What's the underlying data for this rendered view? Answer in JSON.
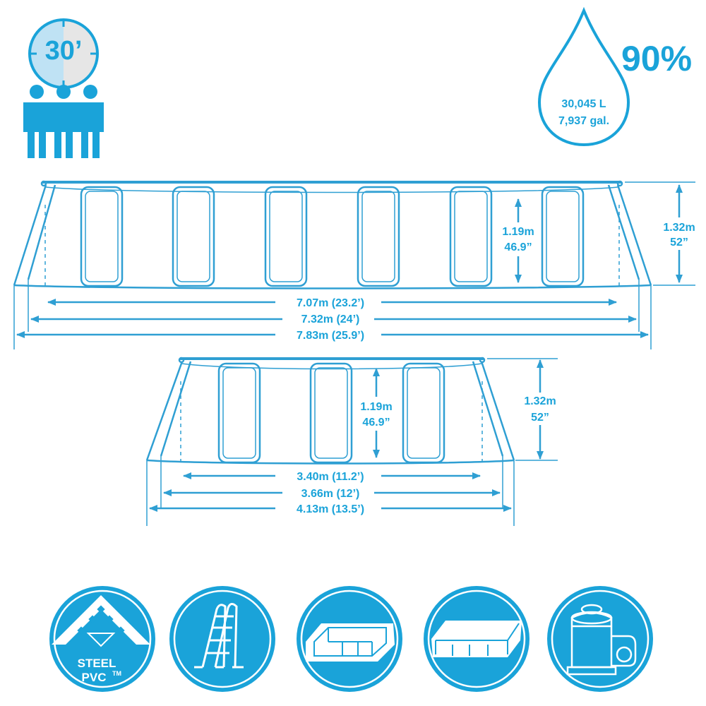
{
  "colors": {
    "primary": "#1aa3d9",
    "light": "#bfe2f4",
    "outline": "#2f9fd3",
    "white": "#ffffff"
  },
  "timer": {
    "label": "30’"
  },
  "people_icon": "three-people-icon",
  "water": {
    "percent": "90%",
    "liters": "30,045 L",
    "gallons": "7,937 gal."
  },
  "large_pool": {
    "inner_height_m": "1.19m",
    "inner_height_in": "46.9”",
    "outer_height_m": "1.32m",
    "outer_height_in": "52”",
    "dim_inner": "7.07m (23.2’)",
    "dim_mid": "7.32m (24’)",
    "dim_outer": "7.83m (25.9’)"
  },
  "small_pool": {
    "inner_height_m": "1.19m",
    "inner_height_in": "46.9”",
    "outer_height_m": "1.32m",
    "outer_height_in": "52”",
    "dim_inner": "3.40m (11.2’)",
    "dim_mid": "3.66m (12’)",
    "dim_outer": "4.13m (13.5’)"
  },
  "features": [
    {
      "icon": "steel-pvc-corner-icon",
      "text": "STEEL",
      "text2": "PVC",
      "tm": "TM"
    },
    {
      "icon": "ladder-icon"
    },
    {
      "icon": "ground-cloth-icon"
    },
    {
      "icon": "pool-cover-icon"
    },
    {
      "icon": "filter-pump-icon"
    }
  ]
}
